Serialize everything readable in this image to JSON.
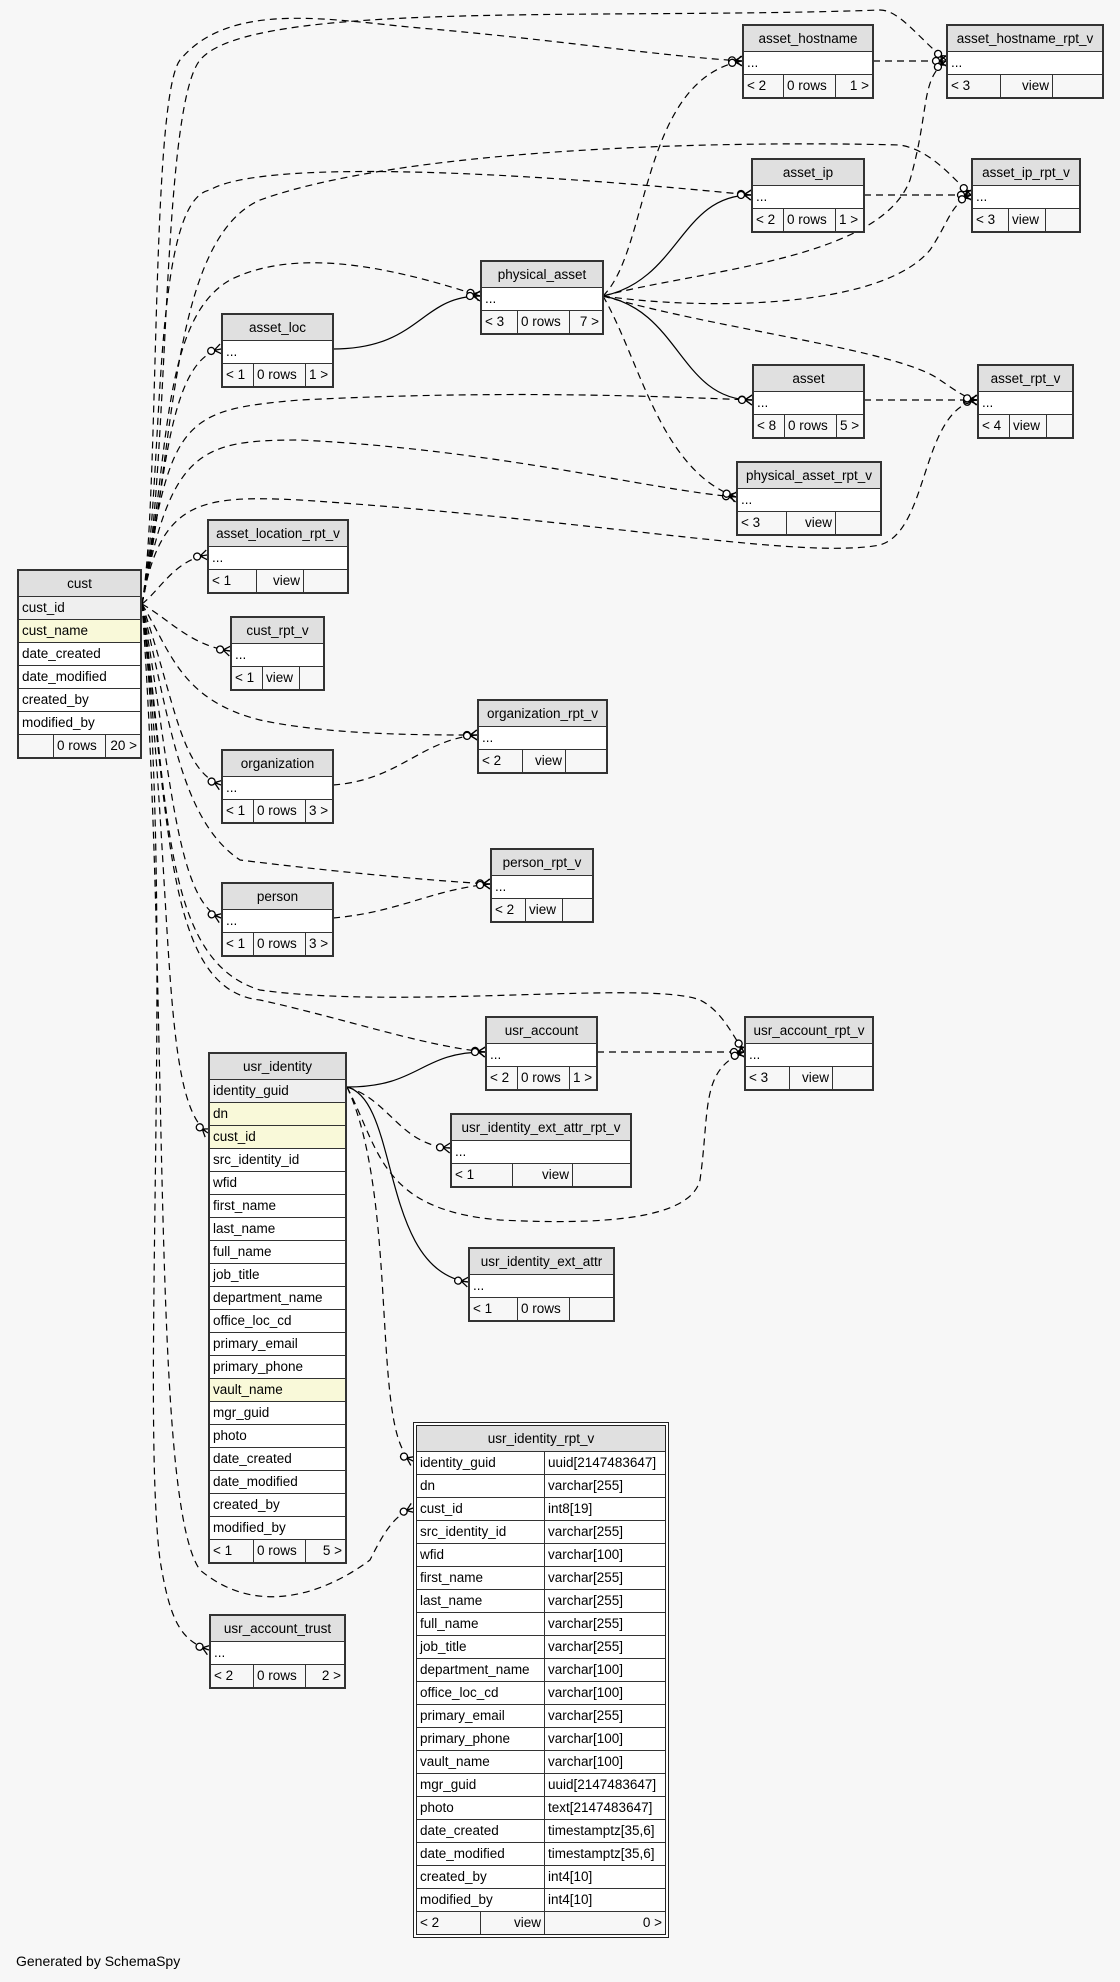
{
  "footer": "Generated by SchemaSpy",
  "tables": {
    "cust": {
      "name": "cust",
      "columns": [
        "cust_id",
        "cust_name",
        "date_created",
        "date_modified",
        "created_by",
        "modified_by"
      ],
      "footer": [
        "",
        "0 rows",
        "20 >"
      ]
    },
    "asset_hostname": {
      "name": "asset_hostname",
      "body": "...",
      "footer": [
        "< 2",
        "0 rows",
        "1 >"
      ]
    },
    "asset_hostname_rpt_v": {
      "name": "asset_hostname_rpt_v",
      "body": "...",
      "footer": [
        "< 3",
        "view",
        ""
      ]
    },
    "asset_ip": {
      "name": "asset_ip",
      "body": "...",
      "footer": [
        "< 2",
        "0 rows",
        "1 >"
      ]
    },
    "asset_ip_rpt_v": {
      "name": "asset_ip_rpt_v",
      "body": "...",
      "footer": [
        "< 3",
        "view",
        ""
      ]
    },
    "physical_asset": {
      "name": "physical_asset",
      "body": "...",
      "footer": [
        "< 3",
        "0 rows",
        "7 >"
      ]
    },
    "asset_loc": {
      "name": "asset_loc",
      "body": "...",
      "footer": [
        "< 1",
        "0 rows",
        "1 >"
      ]
    },
    "asset": {
      "name": "asset",
      "body": "...",
      "footer": [
        "< 8",
        "0 rows",
        "5 >"
      ]
    },
    "asset_rpt_v": {
      "name": "asset_rpt_v",
      "body": "...",
      "footer": [
        "< 4",
        "view",
        ""
      ]
    },
    "physical_asset_rpt_v": {
      "name": "physical_asset_rpt_v",
      "body": "...",
      "footer": [
        "< 3",
        "view",
        ""
      ]
    },
    "asset_location_rpt_v": {
      "name": "asset_location_rpt_v",
      "body": "...",
      "footer": [
        "< 1",
        "view",
        ""
      ]
    },
    "cust_rpt_v": {
      "name": "cust_rpt_v",
      "body": "...",
      "footer": [
        "< 1",
        "view",
        ""
      ]
    },
    "organization_rpt_v": {
      "name": "organization_rpt_v",
      "body": "...",
      "footer": [
        "< 2",
        "view",
        ""
      ]
    },
    "organization": {
      "name": "organization",
      "body": "...",
      "footer": [
        "< 1",
        "0 rows",
        "3 >"
      ]
    },
    "person": {
      "name": "person",
      "body": "...",
      "footer": [
        "< 1",
        "0 rows",
        "3 >"
      ]
    },
    "person_rpt_v": {
      "name": "person_rpt_v",
      "body": "...",
      "footer": [
        "< 2",
        "view",
        ""
      ]
    },
    "usr_account": {
      "name": "usr_account",
      "body": "...",
      "footer": [
        "< 2",
        "0 rows",
        "1 >"
      ]
    },
    "usr_account_rpt_v": {
      "name": "usr_account_rpt_v",
      "body": "...",
      "footer": [
        "< 3",
        "view",
        ""
      ]
    },
    "usr_identity_ext_attr_rpt_v": {
      "name": "usr_identity_ext_attr_rpt_v",
      "body": "...",
      "footer": [
        "< 1",
        "view",
        ""
      ]
    },
    "usr_identity_ext_attr": {
      "name": "usr_identity_ext_attr",
      "body": "...",
      "footer": [
        "< 1",
        "0 rows",
        ""
      ]
    },
    "usr_identity": {
      "name": "usr_identity",
      "columns": [
        "identity_guid",
        "dn",
        "cust_id",
        "src_identity_id",
        "wfid",
        "first_name",
        "last_name",
        "full_name",
        "job_title",
        "department_name",
        "office_loc_cd",
        "primary_email",
        "primary_phone",
        "vault_name",
        "mgr_guid",
        "photo",
        "date_created",
        "date_modified",
        "created_by",
        "modified_by"
      ],
      "footer": [
        "< 1",
        "0 rows",
        "5 >"
      ]
    },
    "usr_account_trust": {
      "name": "usr_account_trust",
      "body": "...",
      "footer": [
        "< 2",
        "0 rows",
        "2 >"
      ]
    },
    "usr_identity_rpt_v": {
      "name": "usr_identity_rpt_v",
      "columns": [
        {
          "name": "identity_guid",
          "type": "uuid[2147483647]"
        },
        {
          "name": "dn",
          "type": "varchar[255]"
        },
        {
          "name": "cust_id",
          "type": "int8[19]"
        },
        {
          "name": "src_identity_id",
          "type": "varchar[255]"
        },
        {
          "name": "wfid",
          "type": "varchar[100]"
        },
        {
          "name": "first_name",
          "type": "varchar[255]"
        },
        {
          "name": "last_name",
          "type": "varchar[255]"
        },
        {
          "name": "full_name",
          "type": "varchar[255]"
        },
        {
          "name": "job_title",
          "type": "varchar[255]"
        },
        {
          "name": "department_name",
          "type": "varchar[100]"
        },
        {
          "name": "office_loc_cd",
          "type": "varchar[100]"
        },
        {
          "name": "primary_email",
          "type": "varchar[255]"
        },
        {
          "name": "primary_phone",
          "type": "varchar[100]"
        },
        {
          "name": "vault_name",
          "type": "varchar[100]"
        },
        {
          "name": "mgr_guid",
          "type": "uuid[2147483647]"
        },
        {
          "name": "photo",
          "type": "text[2147483647]"
        },
        {
          "name": "date_created",
          "type": "timestamptz[35,6]"
        },
        {
          "name": "date_modified",
          "type": "timestamptz[35,6]"
        },
        {
          "name": "created_by",
          "type": "int4[10]"
        },
        {
          "name": "modified_by",
          "type": "int4[10]"
        }
      ],
      "footer": [
        "< 2",
        "view",
        "0 >"
      ]
    }
  },
  "colors": {
    "background": "#f7f7f7",
    "header": "#e0e0e0",
    "primary_key_row": "#efefef",
    "highlight_row": "#f9f9d9",
    "border": "#333333"
  }
}
